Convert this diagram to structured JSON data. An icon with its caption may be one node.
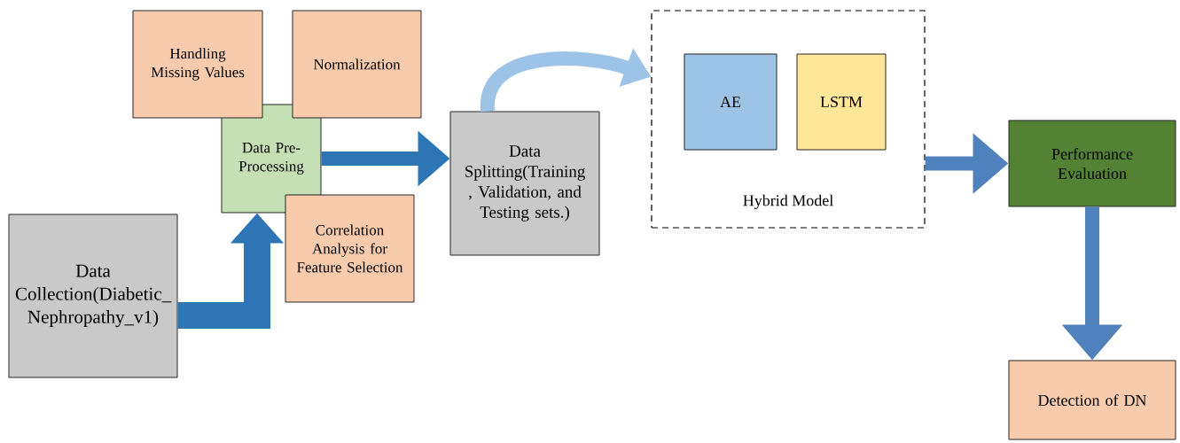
{
  "diagram": {
    "nodes": [
      {
        "text": [
          "Handling Missing Values"
        ]
      },
      {
        "text": [
          "Normalization"
        ]
      },
      {
        "text": [
          "Data Pre-Processing"
        ]
      },
      {
        "text": [
          "Correlation Analysis for Feature Selection"
        ]
      },
      {
        "text": [
          "Data Collection(Diabetic_ Nephropathy_v1)"
        ]
      },
      {
        "text": [
          "Data Splitting(Training , Validation, and Testing sets.)"
        ]
      },
      {
        "text": [
          "Hybrid Model"
        ]
      },
      {
        "text": [
          "AE"
        ],
        "in": 6
      },
      {
        "text": [
          "LSTM"
        ],
        "in": 6
      },
      {
        "text": [
          "Performance Evaluation"
        ]
      },
      {
        "text": [
          "Detection of DN"
        ]
      }
    ],
    "edges": [
      {
        "from": 4,
        "to": 2,
        "arrow": "to",
        "style": "thick",
        "color": "#2e75b6"
      },
      {
        "from": 2,
        "to": 5,
        "arrow": "to",
        "color": "#2e75b6"
      },
      {
        "from": 5,
        "to": 6,
        "arrow": "to",
        "color": "#9dc3e6"
      },
      {
        "from": 6,
        "to": 9,
        "arrow": "to",
        "color": "#4f81bd"
      },
      {
        "from": 9,
        "to": 10,
        "arrow": "to",
        "color": "#4f81bd"
      }
    ]
  }
}
